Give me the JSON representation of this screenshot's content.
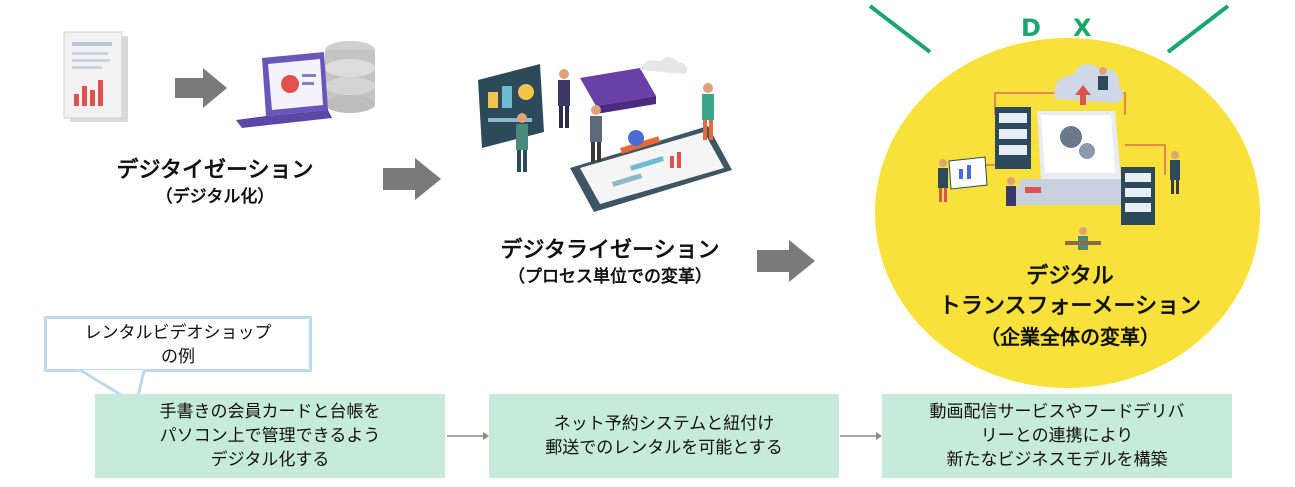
{
  "stages": {
    "digitization": {
      "title": "デジタイゼーション",
      "subtitle": "（デジタル化）"
    },
    "digitalization": {
      "title": "デジタライゼーション",
      "subtitle": "（プロセス単位での変革）"
    },
    "dx": {
      "letter1": "D",
      "letter2": "X",
      "title_line1": "デジタル",
      "title_line2": "トランスフォーメーション",
      "title_line3": "（企業全体の変革）"
    }
  },
  "example_label": {
    "line1": "レンタルビデオショップ",
    "line2": "の例"
  },
  "examples": [
    {
      "line1": "手書きの会員カードと台帳を",
      "line2": "パソコン上で管理できるよう",
      "line3": "デジタル化する"
    },
    {
      "line1": "ネット予約システムと紐付け",
      "line2": "郵送でのレンタルを可能とする"
    },
    {
      "line1": "動画配信サービスやフードデリバ",
      "line2": "リーとの連携により",
      "line3": "新たなビジネスモデルを構築"
    }
  ],
  "colors": {
    "yellow": "#f7e13a",
    "green": "#1aa66e",
    "mint": "#c6eadb",
    "arrow_gray": "#7a7a7a"
  }
}
